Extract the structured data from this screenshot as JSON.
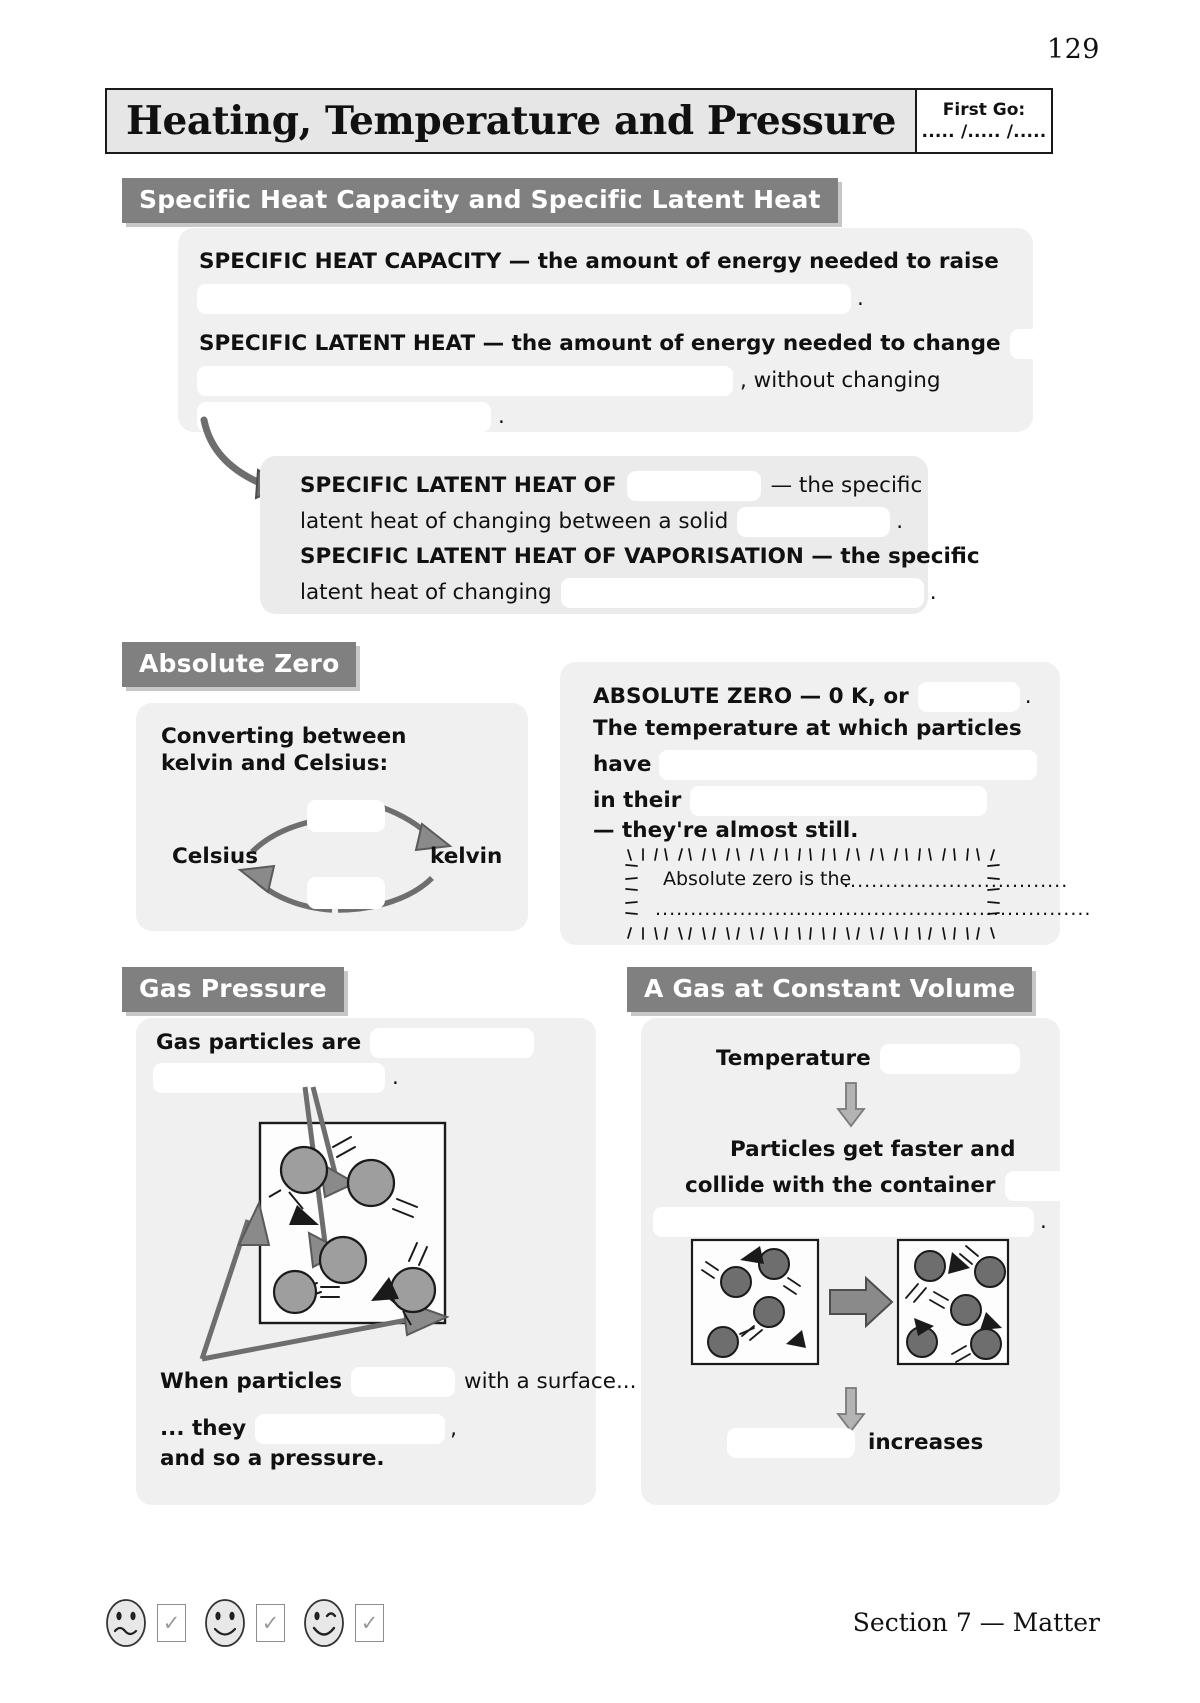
{
  "page": {
    "number": "129",
    "title": "Heating, Temperature and Pressure",
    "first_go_label": "First Go:",
    "first_go_slots": "..... /..... /.....",
    "footer_section": "Section 7 — Matter"
  },
  "sections": {
    "shc_slh": {
      "banner": "Specific Heat Capacity and Specific Latent Heat",
      "shc_line1": "SPECIFIC HEAT CAPACITY — the amount of energy needed to raise",
      "shc_line2_end": ".",
      "slh_line1": "SPECIFIC LATENT HEAT — the amount of energy needed to change",
      "slh_line2_end": ", without changing",
      "slh_line3_end": ".",
      "fusion_line1_a": "SPECIFIC LATENT HEAT OF",
      "fusion_line1_b": "— the specific",
      "fusion_line2_a": "latent heat of changing between a solid",
      "fusion_line2_b": ".",
      "vap_line1": "SPECIFIC LATENT HEAT OF VAPORISATION — the specific",
      "vap_line2_a": "latent heat of changing",
      "vap_line2_b": "."
    },
    "absolute_zero": {
      "banner": "Absolute Zero",
      "convert_title_line1": "Converting between",
      "convert_title_line2": "kelvin and Celsius:",
      "label_celsius": "Celsius",
      "label_kelvin": "kelvin",
      "def_line1_a": "ABSOLUTE ZERO — 0 K, or",
      "def_line1_b": ".",
      "def_line2": "The temperature at which particles",
      "def_line3_a": "have",
      "def_line4_a": "in their",
      "def_line5": "— they're almost still.",
      "note_line1": "Absolute zero is the",
      "note_dots_1": "................................",
      "note_dots_2": "..............................................................",
      "note_end": "."
    },
    "gas_pressure": {
      "banner": "Gas Pressure",
      "line1_a": "Gas particles are",
      "line2_b": ".",
      "bottom_line1_a": "When particles",
      "bottom_line1_b": "with a surface...",
      "bottom_line2_a": "... they",
      "bottom_line2_b": ",",
      "bottom_line3": "and so a pressure."
    },
    "constant_volume": {
      "banner": "A Gas at Constant Volume",
      "step1_label": "Temperature",
      "step2_line1": "Particles get faster and",
      "step2_line2_a": "collide with the container",
      "step2_line3_b": ".",
      "step3_label": "increases"
    }
  },
  "footer_icons": {
    "face1": "neutral-face-icon",
    "face2": "smile-face-icon",
    "face3": "wink-face-icon",
    "check": "✓"
  }
}
